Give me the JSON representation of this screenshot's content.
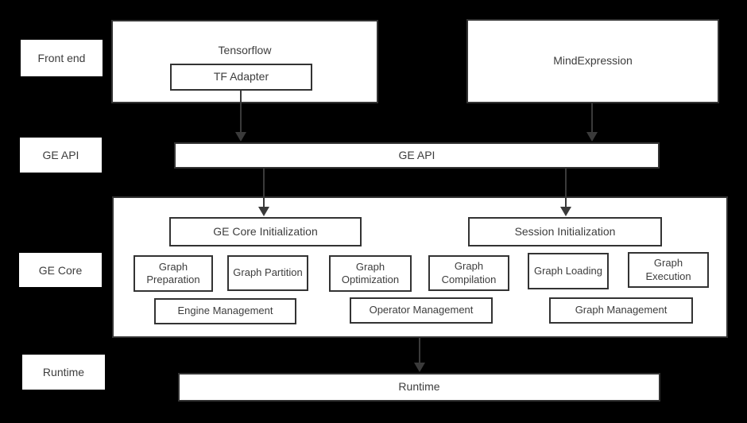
{
  "colors": {
    "background": "#000000",
    "box_fill": "#ffffff",
    "box_border": "#333333",
    "text": "#3d3d3d",
    "arrow": "#3a3a3a"
  },
  "side_labels": [
    {
      "label": "Front end"
    },
    {
      "label": "GE API"
    },
    {
      "label": "GE Core"
    },
    {
      "label": "Runtime"
    }
  ],
  "frontend": {
    "tensorflow_title": "Tensorflow",
    "tf_adapter_label": "TF Adapter",
    "mindexpression_title": "MindExpression"
  },
  "api_bar": {
    "label": "GE API"
  },
  "core": {
    "init_left": "GE Core Initialization",
    "init_right": "Session Initialization",
    "stages": [
      "Graph Preparation",
      "Graph Partition",
      "Graph Optimization",
      "Graph Compilation",
      "Graph Loading",
      "Graph Execution"
    ],
    "management": [
      "Engine Management",
      "Operator Management",
      "Graph Management"
    ]
  },
  "runtime_bar": {
    "label": "Runtime"
  }
}
